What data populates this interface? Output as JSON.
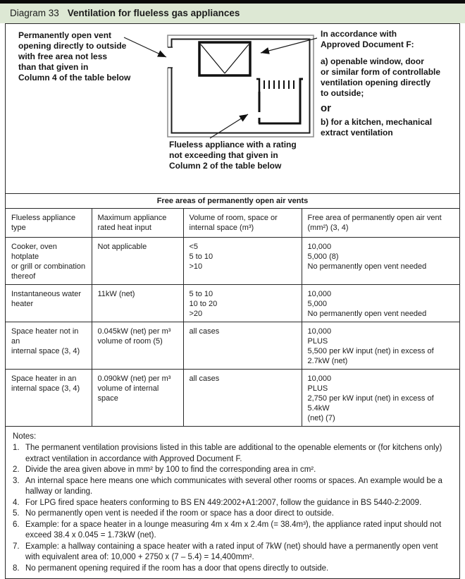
{
  "header": {
    "label": "Diagram 33",
    "title": "Ventilation for flueless gas appliances",
    "band_color": "#dde8d4"
  },
  "figure": {
    "left_note": "Permanently open vent\nopening directly to outside\nwith free area not less\nthan that given in\nColumn 4 of the table below",
    "right_note": {
      "intro": "In accordance with\nApproved Document F:",
      "option_a": "a) openable window, door\nor similar form of controllable\nventilation opening directly\nto outside;",
      "separator": "or",
      "option_b": "b) for a kitchen, mechanical\nextract ventilation"
    },
    "bottom_note": "Flueless appliance with a rating\nnot exceeding that given in\nColumn 2 of the table below",
    "symbols": {
      "room": "room-plan-double-wall",
      "vent": "open-vent-wall-gap",
      "window": "openable-window-symbol",
      "appliance": "flueless-appliance-symbol"
    }
  },
  "table": {
    "title": "Free areas of permanently open air vents",
    "headers": [
      "Flueless appliance\ntype",
      "Maximum appliance\nrated heat input",
      "Volume of room, space or\ninternal space (m³)",
      "Free area of permanently open air vent\n(mm²) (3, 4)"
    ],
    "rows": [
      {
        "cells": [
          "Cooker, oven hotplate\nor grill or combination\nthereof",
          "Not applicable",
          "<5\n5 to 10\n>10",
          "10,000\n5,000 (8)\nNo permanently open vent needed"
        ]
      },
      {
        "cells": [
          "Instantaneous water\nheater",
          "11kW (net)",
          "5 to 10\n10 to 20\n>20",
          "10,000\n5,000\nNo permanently open vent needed"
        ]
      },
      {
        "cells": [
          "Space heater not in an\ninternal space (3, 4)",
          "0.045kW (net) per m³\nvolume of room (5)",
          "all cases",
          "10,000\nPLUS\n5,500 per kW input (net) in excess of\n2.7kW (net)"
        ]
      },
      {
        "cells": [
          "Space heater in an\ninternal space (3, 4)",
          "0.090kW (net) per m³\nvolume of internal\nspace",
          "all cases",
          "10,000\nPLUS\n2,750 per kW input (net) in excess of 5.4kW\n(net) (7)"
        ]
      }
    ]
  },
  "notes": {
    "heading": "Notes:",
    "items": [
      {
        "num": "1.",
        "text": "The permanent ventilation provisions listed in this table are additional to the openable elements or (for kitchens only) extract ventilation in accordance with Approved Document F."
      },
      {
        "num": "2.",
        "text": "Divide the area given above in mm² by 100 to find the corresponding area in cm²."
      },
      {
        "num": "3.",
        "text": "An internal space here means one which communicates with several other rooms or spaces. An example would be a hallway or landing."
      },
      {
        "num": "4.",
        "text": "For LPG fired space heaters conforming to BS EN 449:2002+A1:2007, follow the guidance in BS 5440-2:2009."
      },
      {
        "num": "5.",
        "text": "No permanently open vent is needed if the room or space has a door direct to outside."
      },
      {
        "num": "6.",
        "text": "Example: for a space heater in a lounge measuring 4m x 4m x 2.4m (= 38.4m³), the appliance rated input should not exceed 38.4 x 0.045 = 1.73kW (net)."
      },
      {
        "num": "7.",
        "text": "Example: a hallway containing a space heater with a rated input of 7kW (net) should have a permanently open vent with equivalent area of: 10,000 + 2750 x (7 – 5.4) = 14,400mm²."
      },
      {
        "num": "8.",
        "text": "No permanent opening required if the room has a door that opens directly to outside."
      }
    ]
  }
}
